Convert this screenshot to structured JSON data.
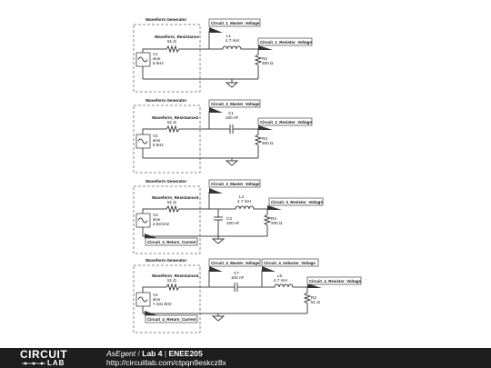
{
  "circuits": [
    {
      "block_label": "Waveform Generator",
      "resistor_name": "Waveform_Resistance",
      "resistor_value": "51 Ω",
      "source_name": "V1",
      "source_type": "sine",
      "source_freq": "5 kHz",
      "master_tag": "Circuit_1_Master_Voltage",
      "resistor_tag": "Circuit_1_Resistor_Voltage",
      "series_name": "L1",
      "series_value": "4.7 mH",
      "load_name": "R2",
      "load_value": "200 Ω"
    },
    {
      "block_label": "Waveform Generator",
      "resistor_name": "Waveform_Resistance2",
      "resistor_value": "51 Ω",
      "source_name": "V2",
      "source_type": "sine",
      "source_freq": "5 kHz",
      "master_tag": "Circuit_2_Master_Voltage",
      "resistor_tag": "Circuit_2_Resistor_Voltage",
      "series_name": "C1",
      "series_value": "100 nF",
      "load_name": "R3",
      "load_value": "200 Ω"
    },
    {
      "block_label": "Waveform Generator",
      "resistor_name": "Waveform_Resistance3",
      "resistor_value": "51 Ω",
      "source_name": "V3",
      "source_type": "sine",
      "source_freq": "2.83 kHz",
      "master_tag": "Circuit_3_Master_Voltage",
      "resistor_tag": "Circuit_3_Resistor_Voltage",
      "return_tag": "Circuit_3_Return_Current",
      "series_name": "L3",
      "series_value": "4.7 mH",
      "shunt_name": "C3",
      "shunt_value": "100 nF",
      "load_name": "R4",
      "load_value": "200 Ω"
    },
    {
      "block_label": "Waveform Generator",
      "resistor_name": "Waveform_Resistance4",
      "resistor_value": "51 Ω",
      "source_name": "V4",
      "source_type": "sine",
      "source_freq": "7.431 kHz",
      "master_tag": "Circuit_4_Master_Voltage",
      "inductor_tag": "Circuit_4_Inductor_Voltage",
      "resistor_tag": "Circuit_4_Resistor_Voltage",
      "return_tag": "Circuit_4_Return_Current",
      "series_name": "C7",
      "series_value": "100 nF",
      "series2_name": "L6",
      "series2_value": "4.7 mH",
      "load_name": "R2",
      "load_value": "51 Ω"
    }
  ],
  "footer": {
    "logo_top": "CIRCUIT",
    "logo_bottom": "LAB",
    "author": "AsEgent",
    "separator": "/",
    "lab": "Lab 4",
    "separator2": "|",
    "course": "ENEE205",
    "url": "http://circuitlab.com/ctpqn9eskcz8x"
  },
  "colors": {
    "footer_bg": "#1e1e1e",
    "wire": "#444444"
  }
}
